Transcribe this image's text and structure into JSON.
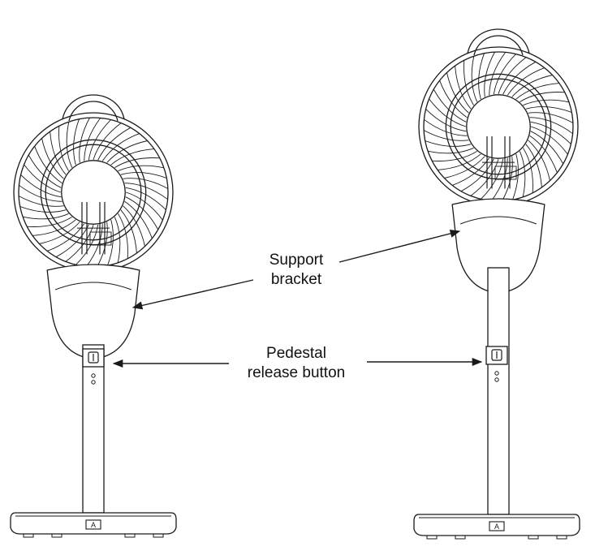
{
  "labels": {
    "support_bracket": [
      "Support",
      "bracket"
    ],
    "pedestal_release_button": [
      "Pedestal",
      "release button"
    ]
  },
  "fans": [
    {
      "name": "fan-lowered",
      "base_badge": "A"
    },
    {
      "name": "fan-extended",
      "base_badge": "A"
    }
  ],
  "colors": {
    "line": "#1a1a1a",
    "background": "#ffffff"
  },
  "icons": [
    "arrow-left",
    "arrow-right",
    "release-button-icon"
  ]
}
